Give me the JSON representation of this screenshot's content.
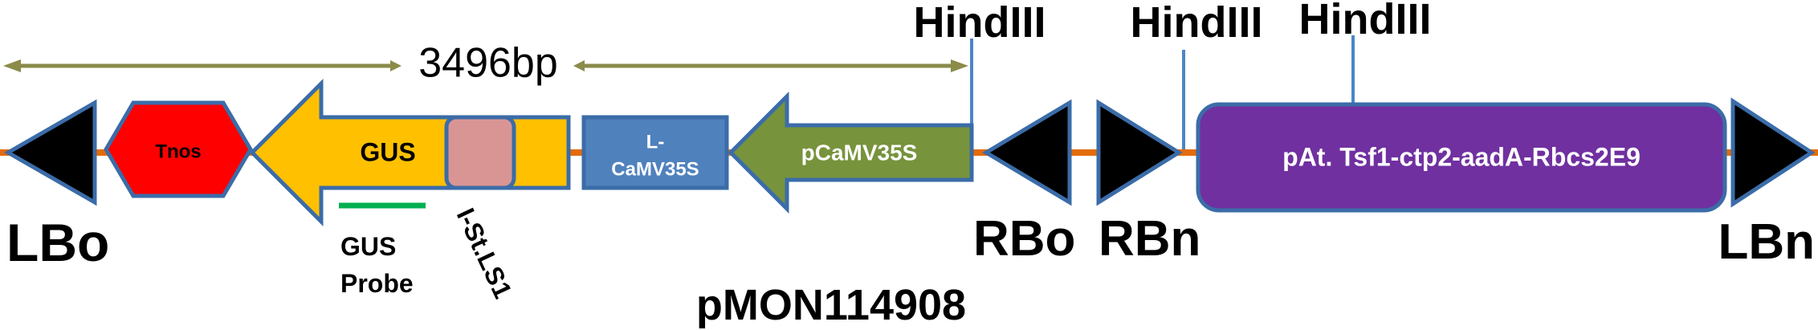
{
  "diagram": {
    "plasmid_name": "pMON114908",
    "size_label": "3496bp",
    "restriction_sites": [
      "HindIII",
      "HindIII",
      "HindIII"
    ],
    "borders": {
      "lbo": "LBo",
      "rbo": "RBo",
      "rbn": "RBn",
      "lbn": "LBn"
    },
    "elements": {
      "tnos": "Tnos",
      "gus": "GUS",
      "l_camv35s_line1": "L-",
      "l_camv35s_line2": "CaMV35S",
      "pcamv35s": "pCaMV35S",
      "pat_cassette": "pAt. Tsf1-ctp2-aadA-Rbcs2E9",
      "intron": "I-St.LS1"
    },
    "probe": {
      "line1": "GUS",
      "line2": "Probe"
    },
    "colors": {
      "backbone": "#E36C0A",
      "tnos": "#FF0000",
      "gus": "#FFC000",
      "intron": "#D99594",
      "l_camv35s": "#4F81BD",
      "pcamv35s": "#77933C",
      "pat_cassette": "#7030A0",
      "border_triangle": "#000000",
      "outline": "#3B6CA8",
      "site_line": "#4A86C8",
      "size_arrow": "#8B8B4A",
      "probe": "#00B050"
    }
  }
}
